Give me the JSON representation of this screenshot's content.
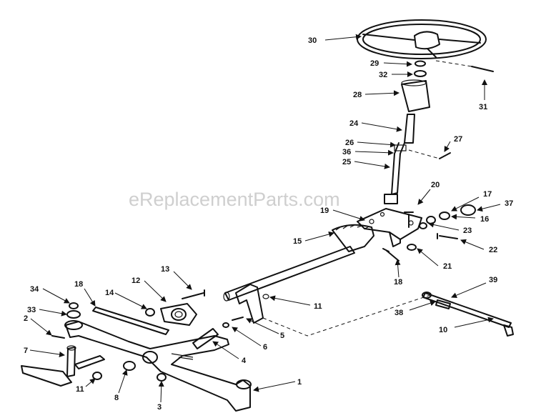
{
  "watermark": "eReplacementParts.com",
  "callouts": {
    "p30": "30",
    "p29": "29",
    "p32": "32",
    "p28": "28",
    "p31": "31",
    "p24": "24",
    "p27": "27",
    "p26": "26",
    "p36": "36",
    "p25": "25",
    "p20": "20",
    "p17": "17",
    "p37": "37",
    "p19": "19",
    "p16": "16",
    "p23": "23",
    "p15": "15",
    "p22": "22",
    "p21": "21",
    "p18a": "18",
    "p13": "13",
    "p12": "12",
    "p14": "14",
    "p18b": "18",
    "p34": "34",
    "p11a": "11",
    "p33": "33",
    "p2": "2",
    "p39": "39",
    "p38": "38",
    "p10": "10",
    "p5": "5",
    "p6": "6",
    "p7": "7",
    "p4": "4",
    "p1": "1",
    "p11b": "11",
    "p8": "8",
    "p3": "3"
  }
}
